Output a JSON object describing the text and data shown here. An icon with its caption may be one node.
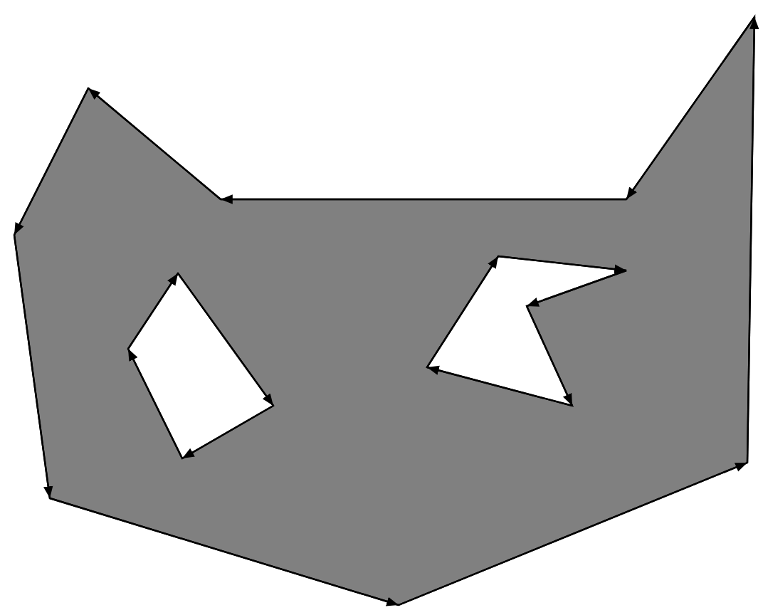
{
  "diagram": {
    "nodes": [
      {
        "text": [],
        "shape": "polygon"
      },
      {
        "text": [],
        "shape": "polygon",
        "in": 0
      },
      {
        "text": [],
        "shape": "polygon",
        "in": 0
      }
    ]
  }
}
